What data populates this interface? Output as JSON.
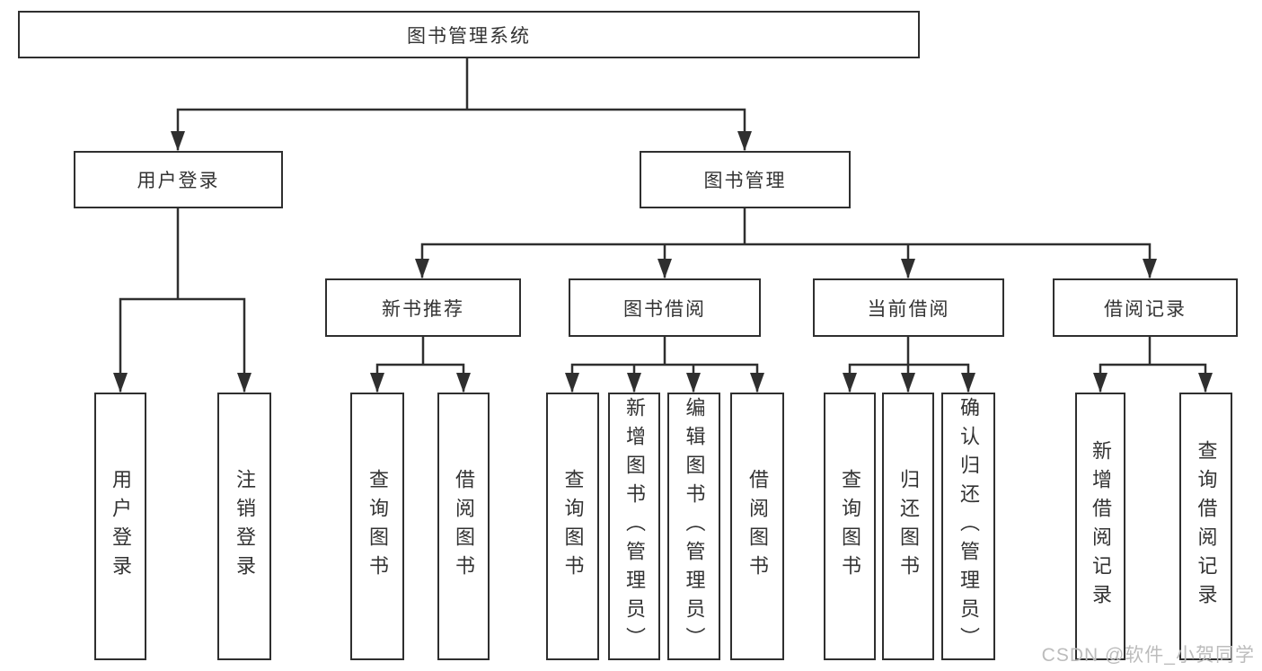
{
  "colors": {
    "background": "#ffffff",
    "line": "#2f2f2f",
    "box_border": "#2f2f2f",
    "text": "#333333",
    "watermark": "#bcbcbc"
  },
  "diagram": {
    "root": "图书管理系统",
    "level2": {
      "user_login": "用户登录",
      "book_mgmt": "图书管理"
    },
    "level3": {
      "new_book_rec": "新书推荐",
      "book_borrow": "图书借阅",
      "current_borrow": "当前借阅",
      "borrow_records": "借阅记录"
    },
    "leaves": {
      "user_login": "用户登录",
      "logout": "注销登录",
      "query_books_rec": "查询图书",
      "borrow_books_rec": "借阅图书",
      "query_books_borrow": "查询图书",
      "add_books": "新增图书（管理员）",
      "edit_books": "编辑图书（管理员）",
      "borrow_books_borrow": "借阅图书",
      "query_books_current": "查询图书",
      "return_books": "归还图书",
      "confirm_return": "确认归还（管理员）",
      "add_borrow_record": "新增借阅记录",
      "query_borrow_record": "查询借阅记录"
    }
  },
  "watermark": "CSDN @软件_小贺同学"
}
